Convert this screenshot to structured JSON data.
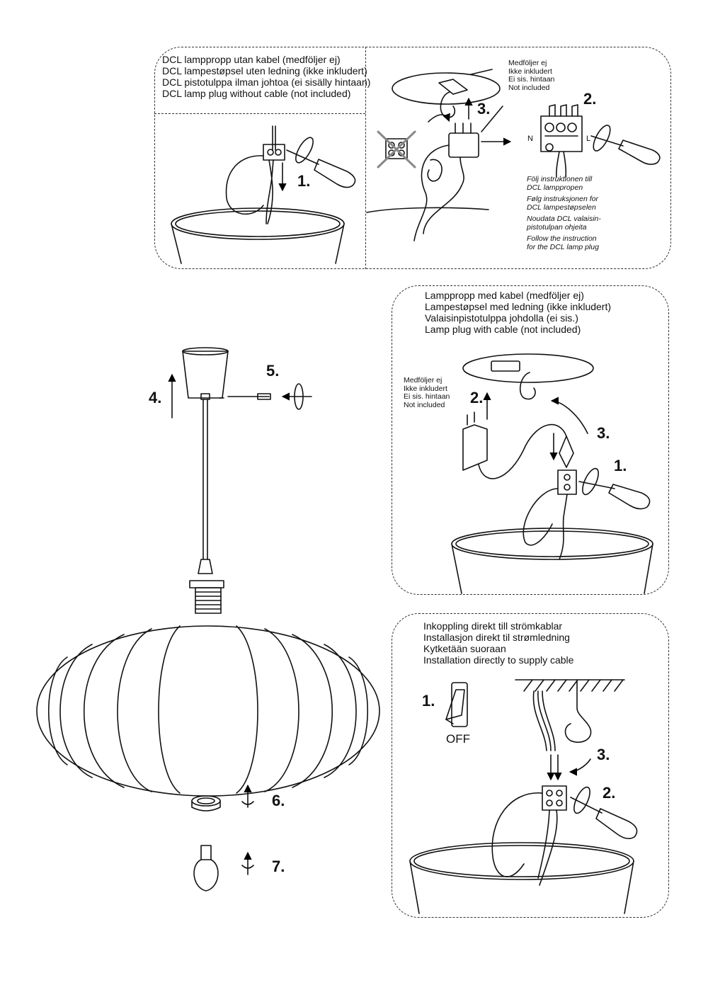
{
  "panel_dcl_no_cable": {
    "caption": [
      "DCL lamppropp utan kabel (medföljer ej)",
      "DCL lampestøpsel uten ledning (ikke inkludert)",
      "DCL pistotulppa ilman johtoa (ei sisälly hintaan)",
      "DCL lamp plug without cable (not included)"
    ],
    "left_step": "1.",
    "not_included_note": [
      "Medföljer ej",
      "Ikke inkludert",
      "Ei sis. hintaan",
      "Not included"
    ],
    "step_hang": "3.",
    "step_screw": "2.",
    "terminal_left": "N",
    "terminal_right": "L",
    "follow_instructions": [
      "Följ instruktionen till",
      "DCL lamppropen",
      "Følg instruksjonen for",
      "DCL lampestøpselen",
      "Noudata DCL valaisin-",
      "pistotulpan ohjeita",
      "Follow the instruction",
      "for the DCL lamp plug"
    ]
  },
  "panel_plug_cable": {
    "caption": [
      "Lamppropp med kabel (medföljer ej)",
      "Lampestøpsel med ledning (ikke inkludert)",
      "Valaisinpistotulppa johdolla (ei sis.)",
      "Lamp plug with cable (not included)"
    ],
    "not_included_note": [
      "Medföljer ej",
      "Ikke inkludert",
      "Ei sis. hintaan",
      "Not included"
    ],
    "step_plug": "2.",
    "step_hang": "3.",
    "step_screw": "1."
  },
  "panel_direct": {
    "caption": [
      "Inkoppling direkt till strömkablar",
      "Installasjon direkt til strømledning",
      "Kytketään suoraan",
      "Installation directly to supply cable"
    ],
    "step_switch": "1.",
    "switch_label": "OFF",
    "step_hang": "3.",
    "step_screw": "2."
  },
  "assembly": {
    "step_lift": "4.",
    "step_screw": "5.",
    "step_ring": "6.",
    "step_bulb": "7."
  }
}
